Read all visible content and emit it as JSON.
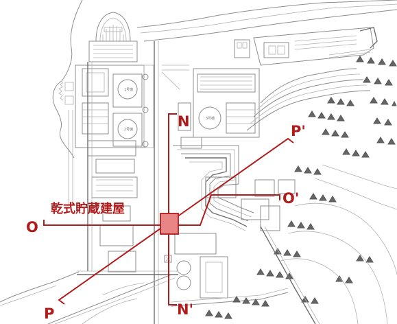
{
  "labels": {
    "building": "乾式貯蔵建屋",
    "unit1": "1号機",
    "unit2": "2号機",
    "unit3": "3号機",
    "section_n": "N",
    "section_n_prime": "N'",
    "section_o": "O",
    "section_o_prime": "O'",
    "section_p": "P",
    "section_p_prime": "P'"
  },
  "colors": {
    "section_line": "#b01c1c",
    "building_fill": "#e88585",
    "plan_lines": "#8c8c8c",
    "background": "#ffffff"
  }
}
